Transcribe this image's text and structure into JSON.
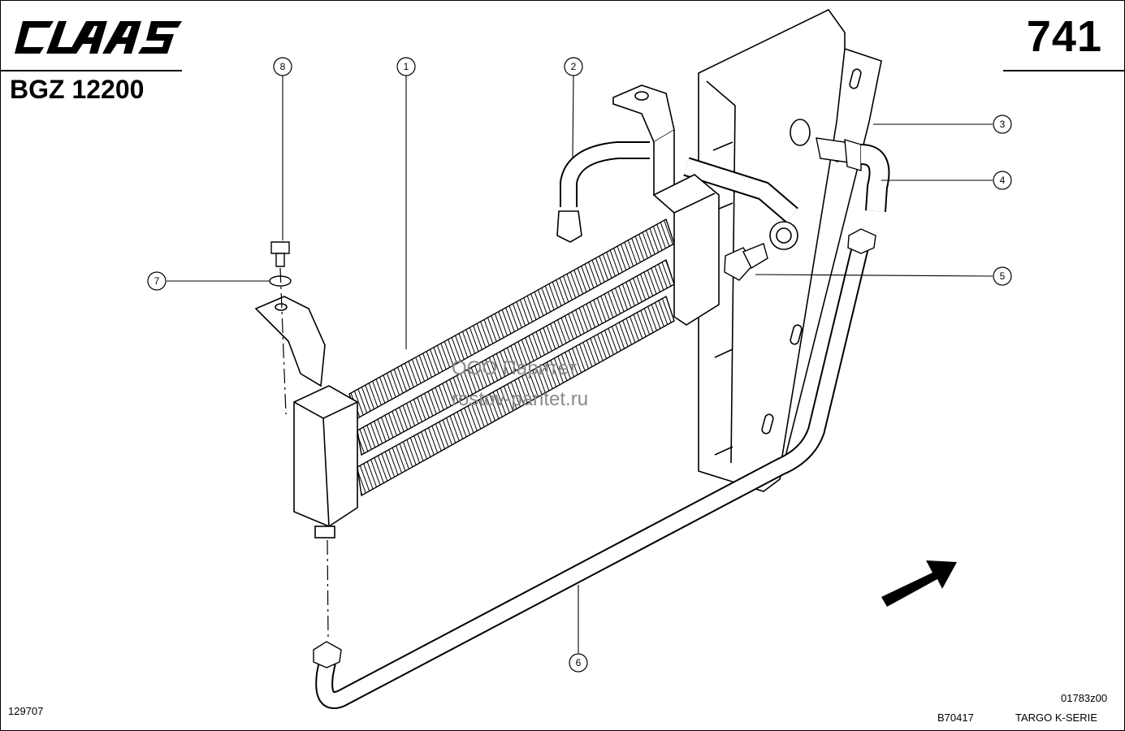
{
  "header": {
    "brand": "CLAAS",
    "page_number": "741",
    "group_code": "BGZ 12200"
  },
  "footer": {
    "left_code": "129707",
    "drawing_id": "01783z00",
    "date_code": "B70417",
    "model": "TARGO K-SERIE"
  },
  "watermark": {
    "line1": "ООО Паритет",
    "line2": "rostov-paritet.ru"
  },
  "callouts": [
    "1",
    "2",
    "3",
    "4",
    "5",
    "6",
    "7",
    "8"
  ],
  "icons": {
    "direction_arrow": "arrow-up-right-icon",
    "logo": "claas-logo-icon"
  }
}
